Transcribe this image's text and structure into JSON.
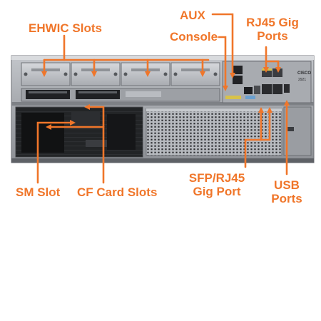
{
  "labels": {
    "ehwic_slots": "EHWIC Slots",
    "aux": "AUX",
    "console": "Console",
    "rj45_gig_line1": "RJ45 Gig",
    "rj45_gig_line2": "Ports",
    "sm_slot": "SM Slot",
    "cf_card_slots": "CF Card Slots",
    "sfp_rj45_line1": "SFP/RJ45",
    "sfp_rj45_line2": "Gig Port",
    "usb_line1": "USB",
    "usb_line2": "Ports"
  },
  "panel_text": {
    "brand_line1": "CISCO",
    "brand_line2": "2921"
  },
  "colors": {
    "accent": "#f0762a",
    "chassis": "#9b9ea4",
    "chassis_dark": "#3a3c40",
    "background": "#ffffff"
  }
}
